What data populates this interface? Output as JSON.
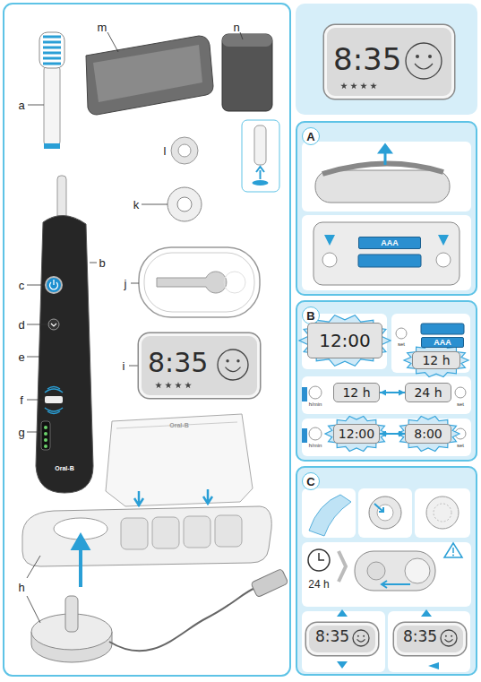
{
  "diagram": {
    "nodes": [
      {
        "text": [
          "8:35"
        ]
      },
      {
        "text": [
          "8:35"
        ]
      },
      {
        "text": [
          "A"
        ]
      },
      {
        "text": [
          "AAA"
        ],
        "in": 2
      },
      {
        "text": [
          "B"
        ]
      },
      {
        "text": [
          "12:00"
        ],
        "in": 4
      },
      {
        "text": [
          "AAA"
        ],
        "in": 4
      },
      {
        "text": [
          "12 h"
        ],
        "in": 4
      },
      {
        "text": [
          "12 h"
        ],
        "in": 4
      },
      {
        "text": [
          "24 h"
        ],
        "in": 4
      },
      {
        "text": [
          "12:00"
        ],
        "in": 4
      },
      {
        "text": [
          "8:00"
        ],
        "in": 4
      },
      {
        "text": [
          "C"
        ]
      },
      {
        "text": [
          "8:35"
        ],
        "in": 12
      },
      {
        "text": [
          "8:35"
        ],
        "in": 12
      }
    ],
    "edges": [
      {
        "from": 8,
        "to": 9,
        "arrow": "both"
      },
      {
        "from": 10,
        "to": 11,
        "arrow": "both"
      }
    ],
    "labels": [
      "a",
      "m",
      "n",
      "l",
      "k",
      "b",
      "c",
      "j",
      "d",
      "e",
      "i",
      "f",
      "g",
      "h",
      "Oral-B",
      "Oral-B",
      "set",
      "h/min",
      "set",
      "h/min",
      "set",
      "24 h"
    ]
  }
}
